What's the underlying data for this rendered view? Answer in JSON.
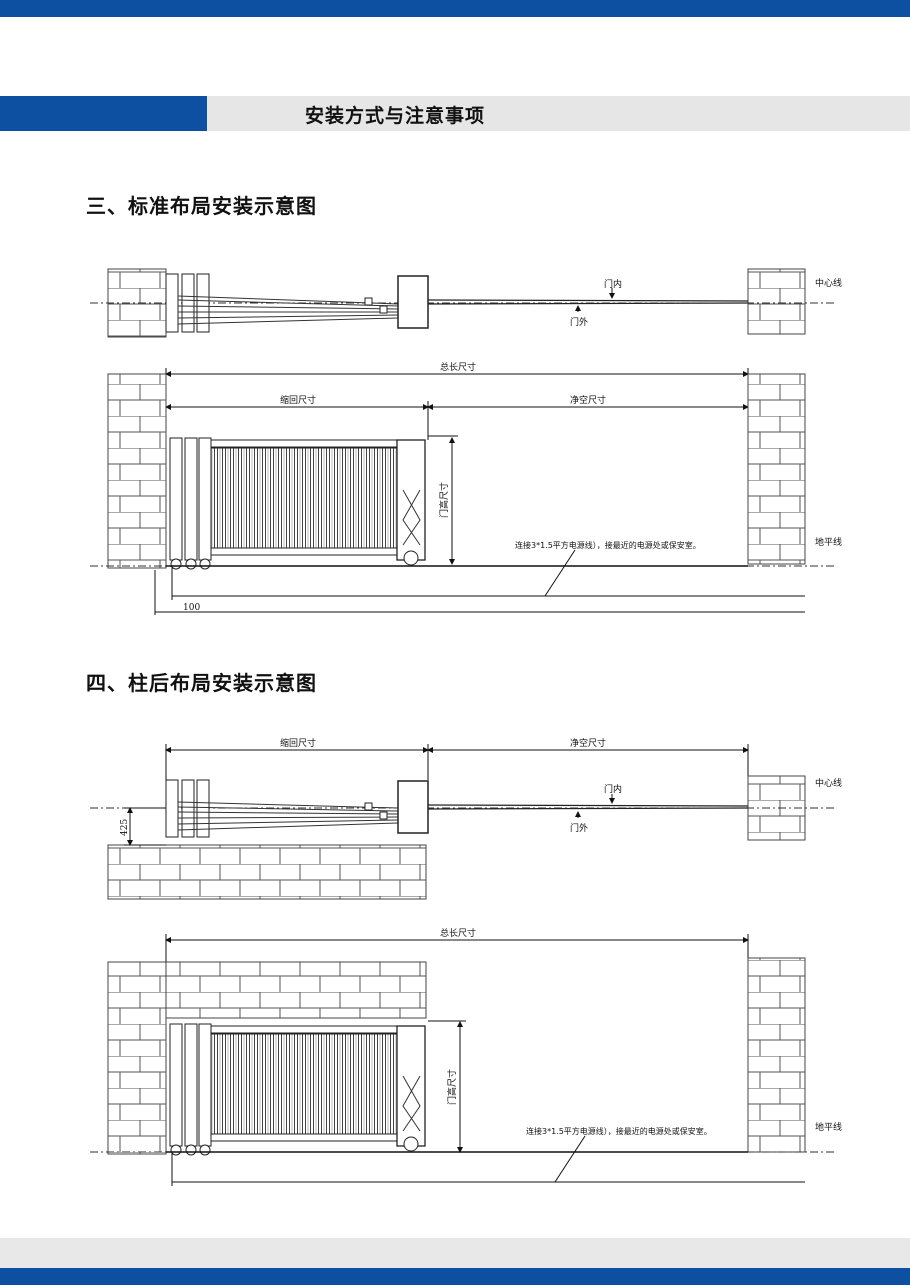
{
  "header": {
    "title": "安装方式与注意事项"
  },
  "section3": {
    "title": "三、标准布局安装示意图",
    "labels": {
      "door_inside": "门内",
      "door_outside": "门外",
      "center_line": "中心线",
      "total_length": "总长尺寸",
      "retract_size": "缩回尺寸",
      "clear_span": "净空尺寸",
      "gate_height": "门高尺寸",
      "ground_line": "地平线",
      "note": "连接3*1.5平方电源线），接最近的电源处或保安室。",
      "offset": "100"
    }
  },
  "section4": {
    "title": "四、柱后布局安装示意图",
    "labels": {
      "retract_size": "缩回尺寸",
      "clear_span": "净空尺寸",
      "door_inside": "门内",
      "door_outside": "门外",
      "center_line": "中心线",
      "offset": "425",
      "total_length": "总长尺寸",
      "gate_height": "门高尺寸",
      "ground_line": "地平线",
      "note": "连接3*1.5平方电源线），接最近的电源处或保安室。"
    }
  }
}
